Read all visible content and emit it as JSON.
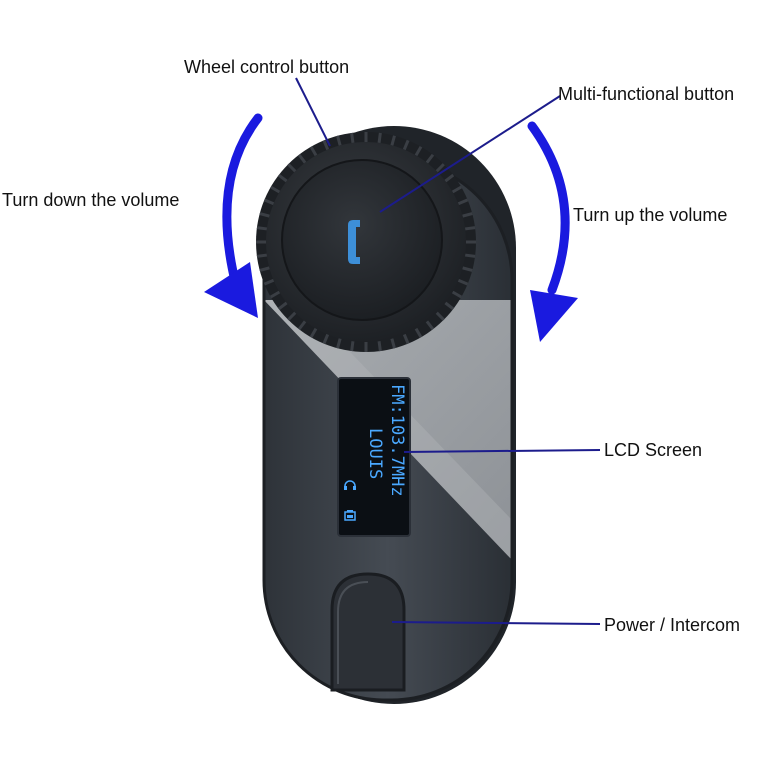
{
  "labels": {
    "wheel_control": "Wheel control button",
    "multi_functional": "Multi-functional button",
    "turn_down": "Turn down the volume",
    "turn_up": "Turn up the volume",
    "lcd_screen": "LCD Screen",
    "power_intercom": "Power / Intercom"
  },
  "lcd": {
    "line1": "LOUIS",
    "line2": "FM:103.7MHz"
  },
  "colors": {
    "arrow": "#1a1adf",
    "leader_line": "#1c1c8c",
    "device_body": "#3c4148",
    "lcd_glow": "#4aa8ff"
  },
  "icons": {
    "center_button": "phone-handset-icon",
    "lcd_status_1": "headset-icon",
    "lcd_status_2": "battery-icon"
  }
}
